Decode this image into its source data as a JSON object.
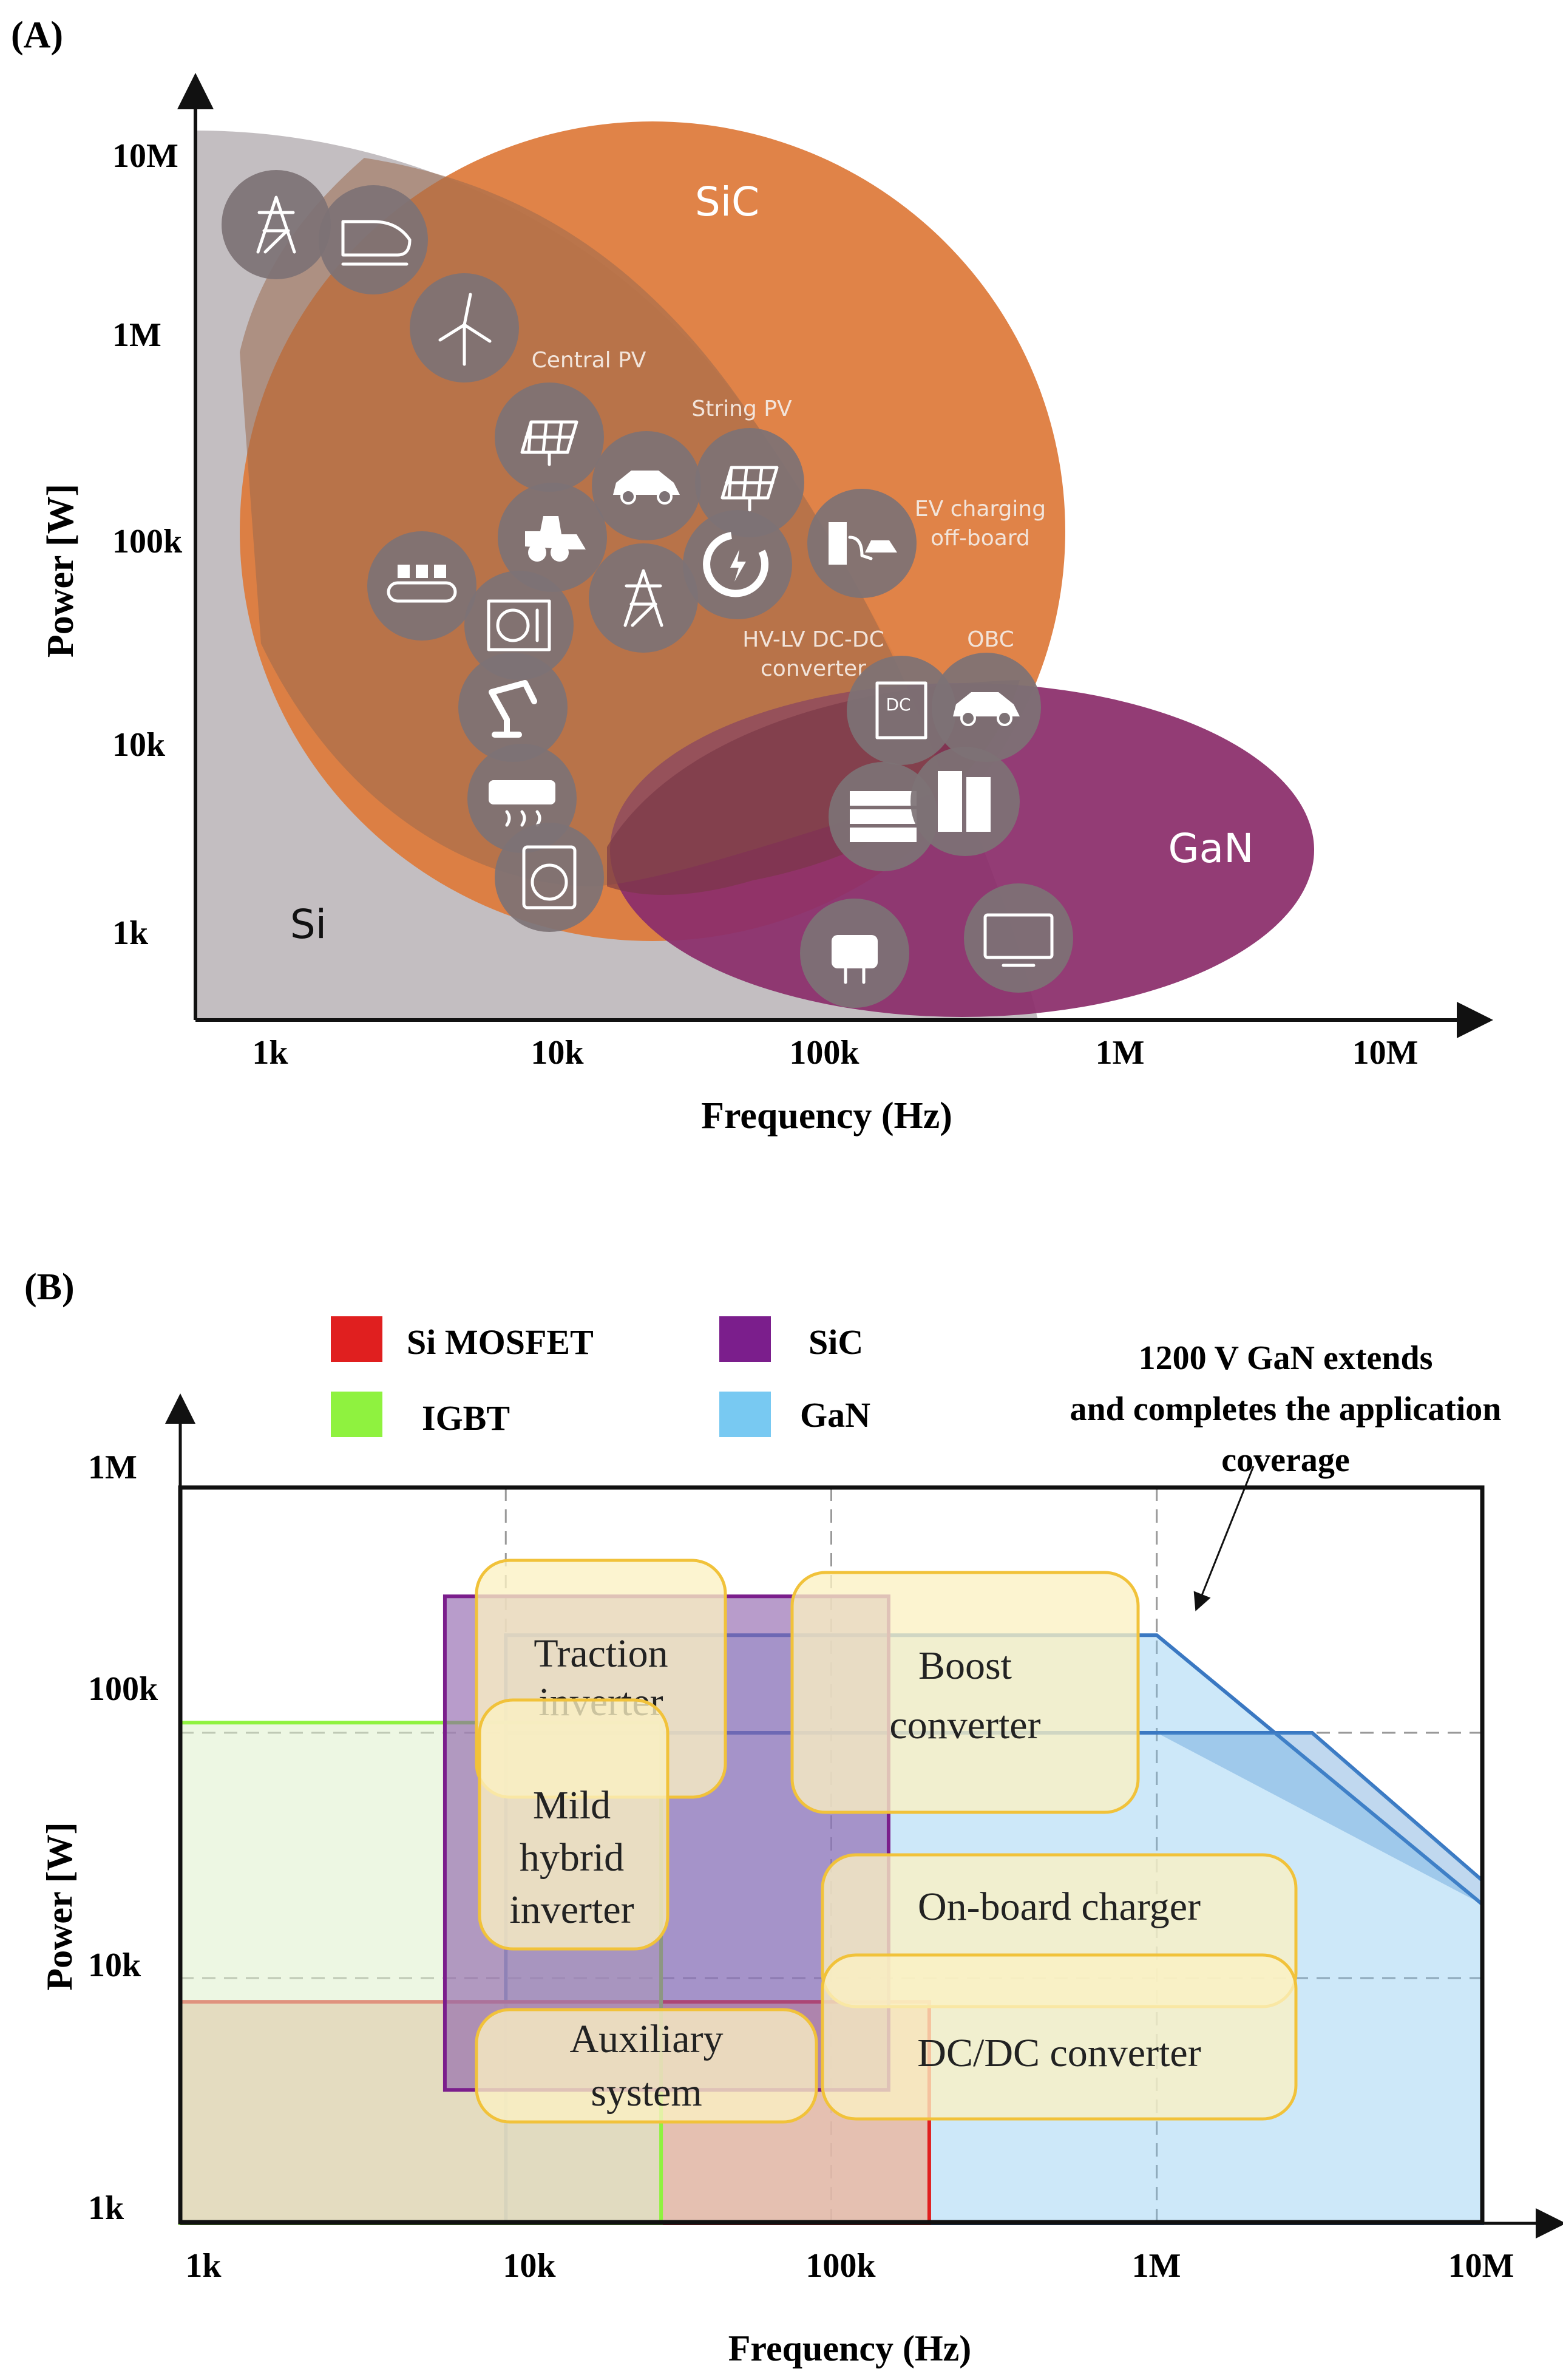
{
  "panel_a": {
    "label": "(A)",
    "chart_data": {
      "type": "area",
      "xlabel": "Frequency (Hz)",
      "ylabel": "Power [W]",
      "x_ticks": [
        "1k",
        "10k",
        "100k",
        "1M",
        "10M"
      ],
      "y_ticks": [
        "1k",
        "10k",
        "100k",
        "1M",
        "10M"
      ],
      "x_scale": "log",
      "y_scale": "log",
      "regions": [
        {
          "name": "Si",
          "color": "#bdb8bb"
        },
        {
          "name": "SiC",
          "color": "#dc7a3c"
        },
        {
          "name": "GaN",
          "color": "#8b2d6a"
        }
      ],
      "annotations": [
        "Central PV",
        "String PV",
        "EV charging\noff-board",
        "HV-LV DC-DC\nconverter",
        "OBC"
      ]
    },
    "icons": [
      "power-line-icon",
      "train-icon",
      "wind-turbine-icon",
      "solar-panel-icon",
      "electric-car-icon",
      "solar-panel-icon",
      "loader-icon",
      "charging-station-icon",
      "conveyor-icon",
      "heat-pump-icon",
      "pylon-icon",
      "battery-charge-icon",
      "robot-arm-icon",
      "dc-module-icon",
      "obc-car-icon",
      "air-conditioner-icon",
      "server-rack-icon",
      "data-center-icon",
      "washing-machine-icon",
      "power-adapter-icon",
      "tv-monitor-icon"
    ]
  },
  "panel_b": {
    "label": "(B)",
    "legend": [
      {
        "name": "Si MOSFET",
        "color": "#e01f1f"
      },
      {
        "name": "IGBT",
        "color": "#8ff23f"
      },
      {
        "name": "SiC",
        "color": "#7b1e8c"
      },
      {
        "name": "GaN",
        "color": "#78c9f2"
      }
    ],
    "note": "1200 V GaN extends\nand completes the application\ncoverage",
    "chart_data": {
      "type": "area",
      "xlabel": "Frequency (Hz)",
      "ylabel": "Power [W]",
      "x_ticks": [
        "1k",
        "10k",
        "100k",
        "1M",
        "10M"
      ],
      "y_ticks": [
        "1k",
        "10k",
        "100k",
        "1M"
      ],
      "x_scale": "log",
      "y_scale": "log",
      "xlim": [
        1000,
        10000000
      ],
      "ylim": [
        1000,
        1000000
      ],
      "grid": "dashed",
      "series": [
        {
          "name": "Si MOSFET",
          "freq": [
            1000,
            200000
          ],
          "power": [
            1000,
            8000
          ]
        },
        {
          "name": "IGBT",
          "freq": [
            1000,
            30000
          ],
          "power": [
            1000,
            110000
          ]
        },
        {
          "name": "SiC",
          "freq": [
            6500,
            150000
          ],
          "power": [
            3500,
            360000
          ]
        },
        {
          "name": "GaN",
          "points": [
            [
              10000,
              1000
            ],
            [
              10000,
              250000
            ],
            [
              1000000,
              250000
            ],
            [
              10000000,
              20000
            ],
            [
              10000000,
              1000
            ]
          ]
        }
      ],
      "applications": [
        "Traction\ninverter",
        "Mild\nhybrid\ninverter",
        "Auxiliary\nsystem",
        "Boost\nconverter",
        "On-board charger",
        "DC/DC converter"
      ]
    }
  }
}
